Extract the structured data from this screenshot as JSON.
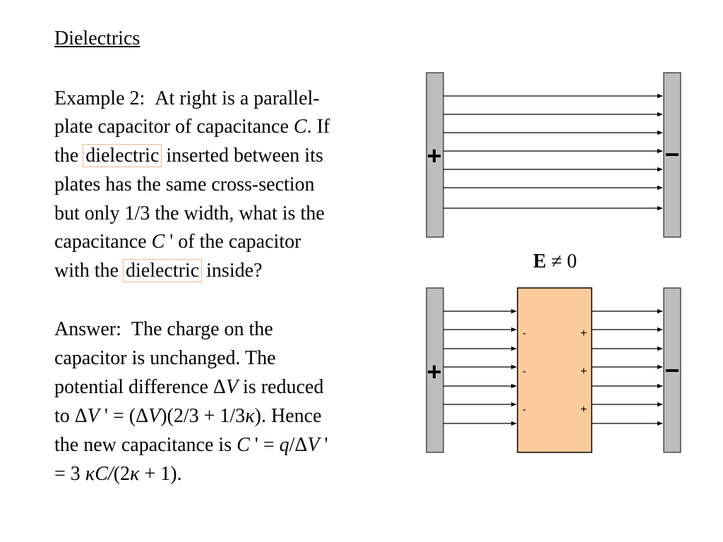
{
  "title": "Dielectrics",
  "example": {
    "label": "Example 2:",
    "l1": "At right is a parallel-",
    "l2a": "plate capacitor of capacitance ",
    "l2_C": "C",
    "l2b": ".  If",
    "l3a": "the ",
    "l3_hl": "dielectric",
    "l3b": " inserted between its",
    "l4": "plates has the same cross-section",
    "l5": "but only 1/3 the width, what is the",
    "l6a": "capacitance ",
    "l6_C": "C",
    "l6b": " ' of the capacitor",
    "l7a": "with the ",
    "l7_hl": "dielectric",
    "l7b": " inside?"
  },
  "answer": {
    "label": "Answer:",
    "l1": "The charge on the",
    "l2": "capacitor is unchanged.  The",
    "l3a": "potential difference Δ",
    "l3_V": "V",
    "l3b": " is reduced",
    "l4a": "to Δ",
    "l4_V": "V",
    "l4b": " ' = (Δ",
    "l4_V2": "V",
    "l4c": ")(2/3 + 1/3",
    "l4_k": "κ",
    "l4d": ").  Hence",
    "l5a": "the new capacitance is ",
    "l5_C": "C",
    "l5b": " ' =  ",
    "l5_q": "q",
    "l5c": "/Δ",
    "l5_V": "V",
    "l5d": " '",
    "l6a": "= 3 ",
    "l6_kC": "κC/",
    "l6b": "(2",
    "l6_k": "κ",
    "l6c": " + 1)."
  },
  "diagram": {
    "top_plus": "+",
    "top_minus": "−",
    "field_label_E": "E",
    "field_label_rest": " ≠ 0",
    "bottom_plus": "+",
    "bottom_minus": "−",
    "induced_neg": "-",
    "induced_pos": "+",
    "colors": {
      "plate": "#bdbdbd",
      "plate_stroke": "#000000",
      "dielectric": "#fccb9b",
      "dielectric_stroke": "#000000",
      "highlight_border": "#f2b48a"
    }
  }
}
